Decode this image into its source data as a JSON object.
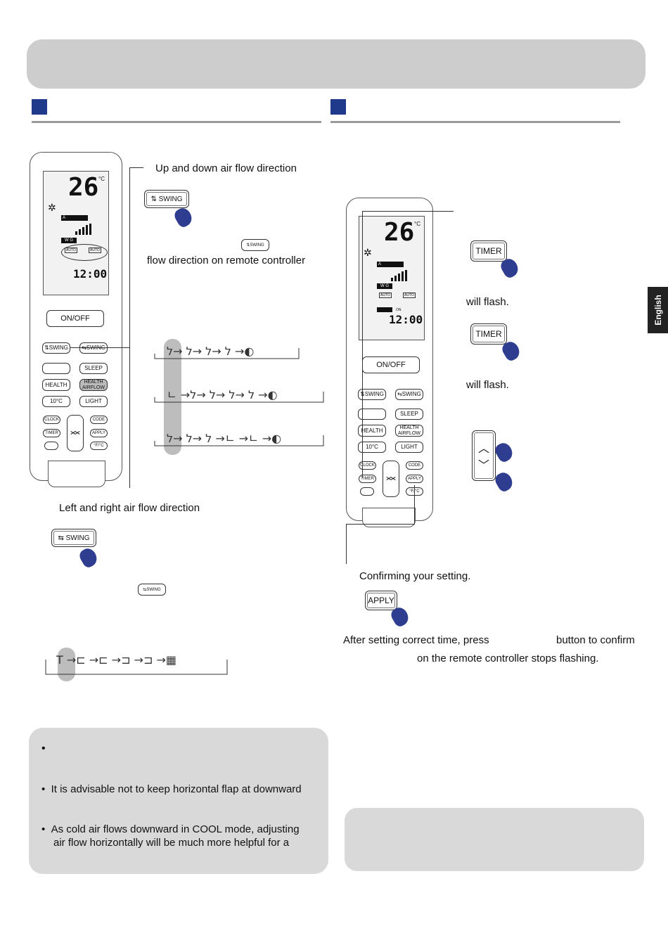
{
  "sidebar": {
    "language": "English"
  },
  "left": {
    "updown_caption": "Up and down air flow direction",
    "flow_direction_caption": "flow direction on remote controller",
    "leftright_caption": "Left and right air flow direction",
    "swing_label": "SWING"
  },
  "right": {
    "will_flash_1": "will flash.",
    "will_flash_2": "will flash.",
    "timer_label": "TIMER",
    "confirm_caption": "Confirming your setting.",
    "apply_label": "APPLY",
    "after_text_a": "After setting correct time, press",
    "after_text_b": "button to confirm",
    "after_text_c": "on the remote controller stops flashing."
  },
  "remote": {
    "temp": "26",
    "temp_unit": "°C",
    "time": "12:00",
    "mode_a": "A",
    "wg": "W  G",
    "auto1": "AUTO",
    "auto2": "AUTO",
    "on_indicator": "ON",
    "buttons": {
      "onoff": "ON/OFF",
      "swing": "SWING",
      "sleep": "SLEEP",
      "health": "HEALTH",
      "health_airflow": "HEALTH AIRFLOW",
      "ten_c": "10°C",
      "light": "LIGHT",
      "clock": "CLOCK",
      "code": "CODE",
      "timer": "TIMER",
      "apply": "APPLY",
      "unit": "°F/°C"
    }
  },
  "notes": {
    "bullet2": "It is advisable not to keep horizontal flap at downward",
    "bullet3_l1": "As cold air flows downward in COOL mode, adjusting",
    "bullet3_l2": "air flow horizontally will be much more helpful for a"
  },
  "colors": {
    "accent": "#1f3a8a",
    "banner": "#cdcdcd",
    "note_bg": "#d9d9d9",
    "hand": "#2e3d8f"
  }
}
